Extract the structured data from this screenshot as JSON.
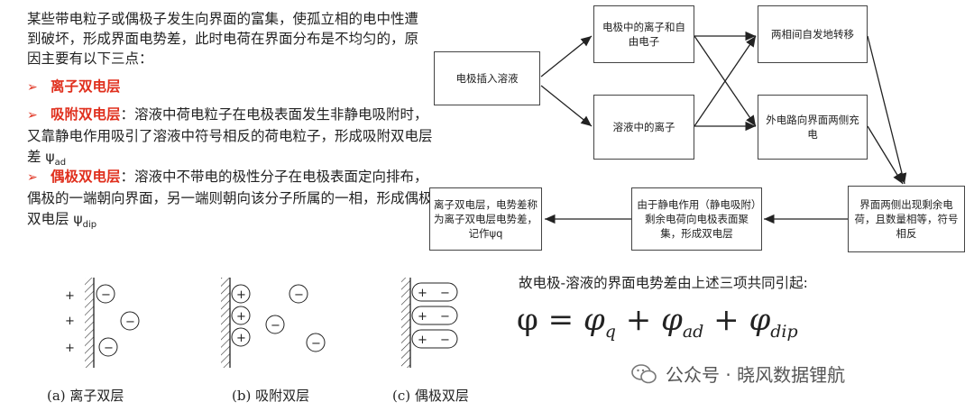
{
  "intro": "某些带电粒子或偶极子发生向界面的富集，使孤立相的电中性遭到破坏，形成界面电势差，此时电荷在界面分布是不均匀的，原因主要有以下三点：",
  "bullets": [
    {
      "marker": "➢",
      "head": "离子双电层",
      "text": ""
    },
    {
      "marker": "➢",
      "head": "吸附双电层",
      "text": "：溶液中荷电粒子在电极表面发生非静电吸附时，又靠静电作用吸引了溶液中符号相反的荷电粒子，形成吸附双电层差 ψ",
      "sub": "ad"
    },
    {
      "marker": "➢",
      "head": "偶极双电层",
      "text": "：溶液中不带电的极性分子在电极表面定向排布，偶极的一端朝向界面，另一端则朝向该分子所属的一相，形成偶极双电层 ψ",
      "sub": "dip"
    }
  ],
  "flowchart": {
    "electrode_insert": "电极插入溶液",
    "electrode_ions": "电极中的离子和自由电子",
    "solution_ions": "溶液中的离子",
    "spontaneous_transfer": "两相间自发地转移",
    "external_charging": "外电路向界面两侧充电",
    "residual_charge": "界面两侧出现剩余电荷，且数量相等，符号相反",
    "electrostatic": "由于静电作用（静电吸附）剩余电荷向电极表面聚集，形成双电层",
    "ion_double_layer": "离子双电层，电势差称为离子双电层电势差，记作ψq"
  },
  "sketches": {
    "captions": [
      "(a) 离子双层",
      "(b) 吸附双层",
      "(c) 偶极双层"
    ],
    "plus": "+",
    "minus": "−"
  },
  "conclusion": "故电极-溶液的界面电势差由上述三项共同引起:",
  "formula": {
    "phi": "φ",
    "eq": " = ",
    "t1": "φ",
    "t1sub": "q",
    "plus": " + ",
    "t2": "φ",
    "t2sub": "ad",
    "t3": "φ",
    "t3sub": "dip"
  },
  "watermark": "公众号 · 晓风数据锂航"
}
